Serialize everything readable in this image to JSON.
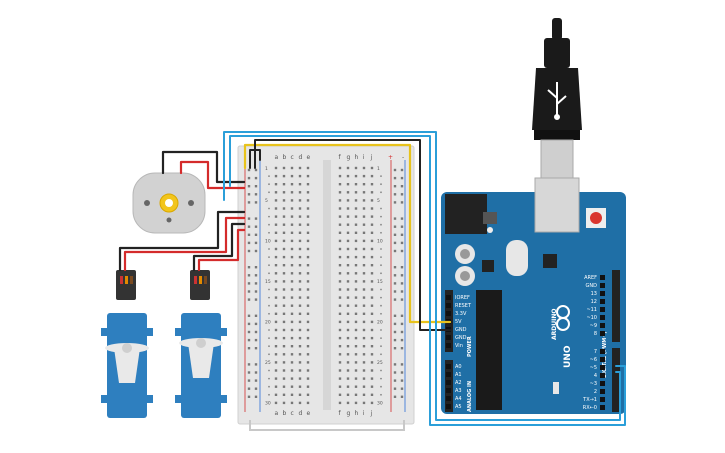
{
  "breadcrumb": {
    "columns_left": [
      "a",
      "b",
      "c",
      "d",
      "e"
    ],
    "columns_right": [
      "f",
      "g",
      "h",
      "i",
      "j"
    ],
    "rail_plus": "+",
    "rail_minus": "-",
    "row_numbers": [
      "1",
      "",
      "",
      "",
      "5",
      "",
      "",
      "",
      "",
      "10",
      "",
      "",
      "",
      "",
      "15",
      "",
      "",
      "",
      "",
      "20",
      "",
      "",
      "",
      "",
      "25",
      "",
      "",
      "",
      "",
      "30"
    ]
  },
  "arduino": {
    "brand": "ARDUINO",
    "model": "UNO",
    "power_header_title": "POWER",
    "analog_header_title": "ANALOG IN",
    "digital_header_title": "DIGITAL (PWM~)",
    "power_pins": [
      "IOREF",
      "RESET",
      "3.3V",
      "5V",
      "GND",
      "GND",
      "Vin"
    ],
    "analog_pins": [
      "A0",
      "A1",
      "A2",
      "A3",
      "A4",
      "A5"
    ],
    "digital_top": [
      "AREF",
      "GND",
      "13",
      "12",
      "~11",
      "~10",
      "~9",
      "8"
    ],
    "digital_bottom": [
      "7",
      "~6",
      "~5",
      "4",
      "~3",
      "2",
      "TX→1",
      "RX←0"
    ]
  },
  "colors": {
    "breadboard": "#e8e8e8",
    "arduino_board": "#1f6fa6",
    "wire_red": "#d42b2b",
    "wire_black": "#222222",
    "wire_blue": "#2b9fd9",
    "wire_yellow": "#e8c31c",
    "servo_blue": "#2e7fbf",
    "motor_gray": "#d4d4d4"
  }
}
